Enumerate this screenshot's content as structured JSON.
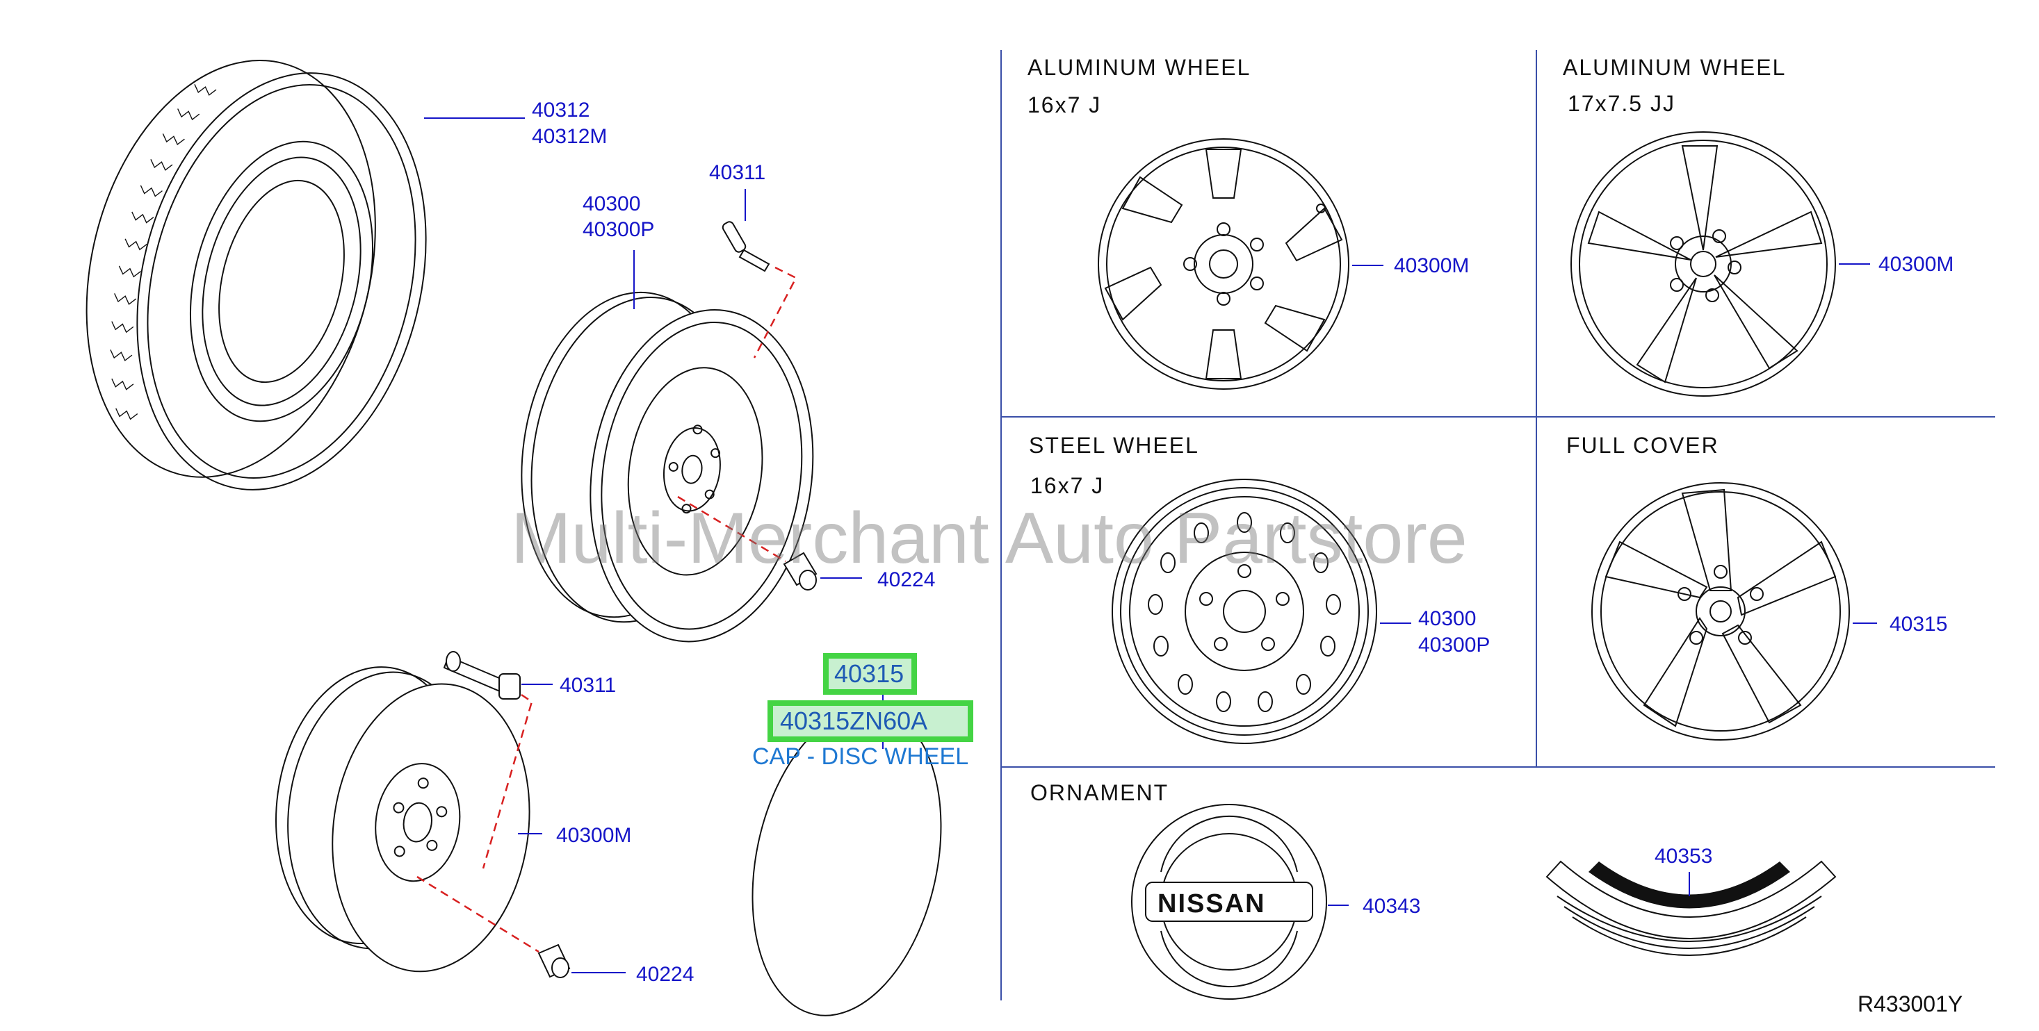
{
  "sections": {
    "aluminum1": {
      "title": "ALUMINUM  WHEEL",
      "size": "16x7  J"
    },
    "aluminum2": {
      "title": "ALUMINUM  WHEEL",
      "size": "17x7.5  JJ"
    },
    "steel": {
      "title": "STEEL  WHEEL",
      "size": "16x7  J"
    },
    "full_cover": {
      "title": "FULL  COVER"
    },
    "ornament": {
      "title": "ORNAMENT"
    }
  },
  "callouts": {
    "tire": "40312",
    "tire_m": "40312M",
    "valve_top": "40311",
    "wheel_main": "40300",
    "wheel_main_p": "40300P",
    "nut_top": "40224",
    "valve_bottom": "40311",
    "wheel_spare": "40300M",
    "nut_bottom": "40224",
    "alu1_part": "40300M",
    "alu2_part": "40300M",
    "steel_part": "40300",
    "steel_part_p": "40300P",
    "full_cover_part": "40315",
    "ornament_part": "40343",
    "label_part": "40353"
  },
  "highlight": {
    "part": "40315",
    "part_number": "40315ZN60A",
    "description": "CAP - DISC WHEEL"
  },
  "ornament_badge": "NISSAN",
  "watermark": "Multi-Merchant Auto Partstore",
  "reference": "R433001Y"
}
